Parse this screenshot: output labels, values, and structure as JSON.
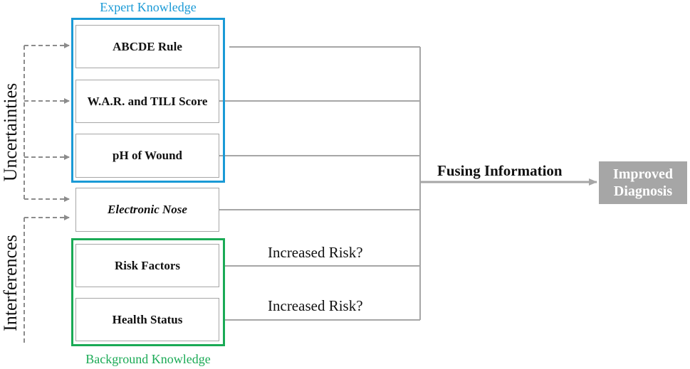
{
  "groups": {
    "expert": {
      "title": "Expert Knowledge",
      "color": "#1a9ad6"
    },
    "background": {
      "title": "Background Knowledge",
      "color": "#1aaa55"
    }
  },
  "nodes": {
    "abcde": "ABCDE Rule",
    "war_tili": "W.A.R. and TILI Score",
    "ph": "pH of Wound",
    "enose": "Electronic Nose",
    "risk_factors": "Risk Factors",
    "health_status": "Health Status"
  },
  "side_labels": {
    "uncertainties": "Uncertainties",
    "interferences": "Interferences"
  },
  "edge_labels": {
    "risk_factors": "Increased Risk?",
    "health_status": "Increased Risk?"
  },
  "fusion": {
    "label": "Fusing Information",
    "result_line1": "Improved",
    "result_line2": "Diagnosis",
    "result_color": "#a6a6a6"
  },
  "colors": {
    "connector": "#a6a6a6",
    "dashed": "#8c8c8c"
  }
}
